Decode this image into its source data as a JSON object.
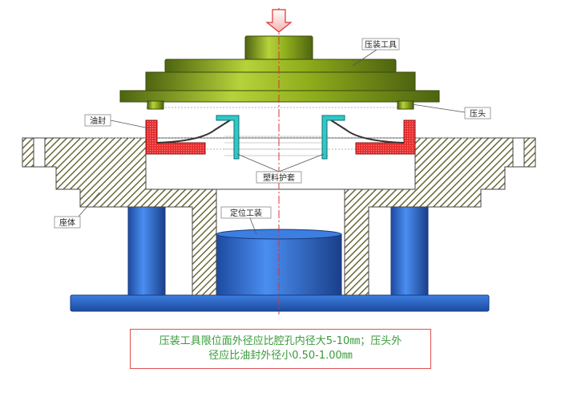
{
  "labels": {
    "press_tool": "压装工具",
    "press_head": "压头",
    "oil_seal": "油封",
    "plastic_sleeve": "塑料护套",
    "base": "座体",
    "locating_fixture": "定位工装"
  },
  "note": {
    "line1": "压装工具限位面外径应比腔孔内径大5-10㎜；压头外",
    "line2": "径应比油封外径小0.50-1.00㎜"
  },
  "colors": {
    "press_tool": "#8fae1c",
    "press_tool_dark": "#4e6410",
    "blue_column": "#2f6fd0",
    "seal_red": "#e83030",
    "sleeve_cyan": "#30c8c8",
    "hatch": "#6b6a3a",
    "centerline": "#e03030",
    "note_border": "#e05050",
    "note_text": "#3a9a3a"
  }
}
